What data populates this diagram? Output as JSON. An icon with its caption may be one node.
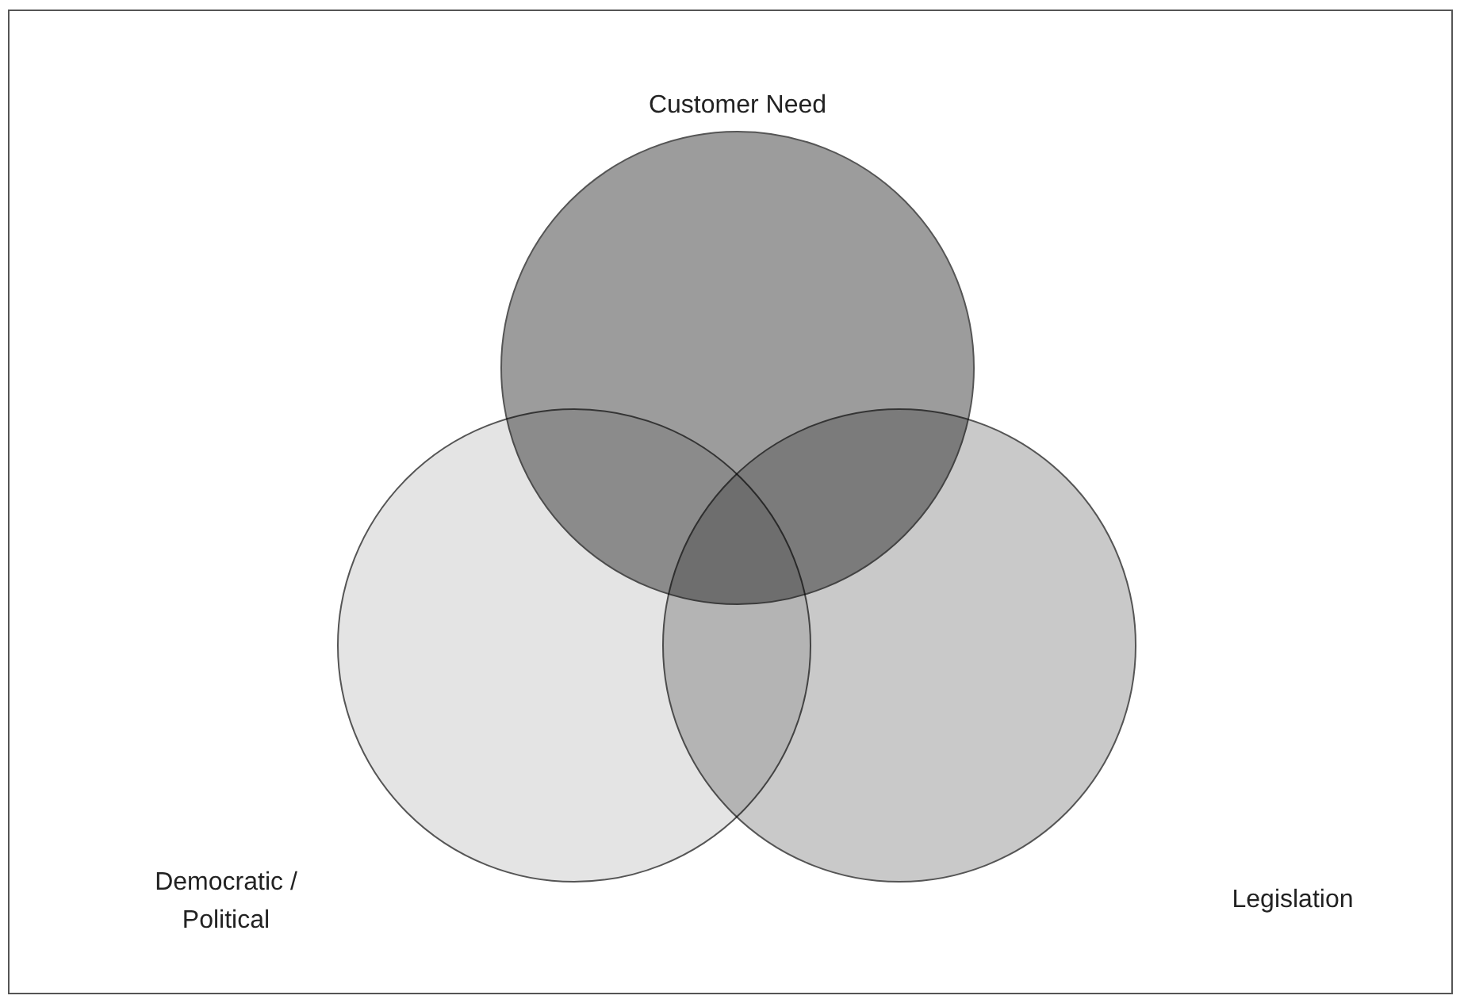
{
  "diagram": {
    "nodes": [
      {
        "text": [
          "Customer Need"
        ]
      },
      {
        "text": [
          "Democratic / Political"
        ]
      },
      {
        "text": [
          "Legislation"
        ]
      }
    ]
  }
}
